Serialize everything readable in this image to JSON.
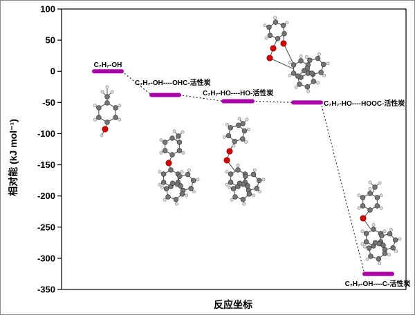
{
  "figure": {
    "background": "#ffffff",
    "border_color": "#8a8a8a"
  },
  "chart_data": {
    "type": "line",
    "subtype": "energy-level-diagram",
    "title": "",
    "xlabel": "反应坐标",
    "ylabel": "相对能 (kJ mol⁻¹)",
    "ylim": [
      -350,
      100
    ],
    "yticks": [
      100,
      50,
      0,
      -50,
      -100,
      -150,
      -200,
      -250,
      -300,
      -350
    ],
    "ytick_interval": 50,
    "grid": false,
    "legend": false,
    "level_color": "#a800a8",
    "connector_color": "#000000",
    "connector_style": "dotted",
    "levels": [
      {
        "label": "C₇H₇-OH",
        "energy_kj_mol": 0
      },
      {
        "label": "C₇H₇-OH----OHC-活性炭",
        "energy_kj_mol": -38
      },
      {
        "label": "C₇H₇-HO----HO-活性炭",
        "energy_kj_mol": -48
      },
      {
        "label": "C₇H₇-HO----HOOC-活性炭",
        "energy_kj_mol": -50
      },
      {
        "label": "C₇H₇-OH----C-活性炭",
        "energy_kj_mol": -325
      }
    ],
    "atom_colors": {
      "carbon": "#757575",
      "hydrogen": "#e0e0e0",
      "oxygen": "#d40000"
    },
    "molecules": [
      {
        "name": "molecule-reactant-cresol",
        "at_level": 0
      },
      {
        "name": "molecule-complex-ohc-carbon",
        "at_level": 1
      },
      {
        "name": "molecule-complex-ho-carbon",
        "at_level": 2
      },
      {
        "name": "molecule-complex-hooc-carbon",
        "at_level": 3
      },
      {
        "name": "molecule-complex-c-carbon",
        "at_level": 4
      }
    ]
  }
}
